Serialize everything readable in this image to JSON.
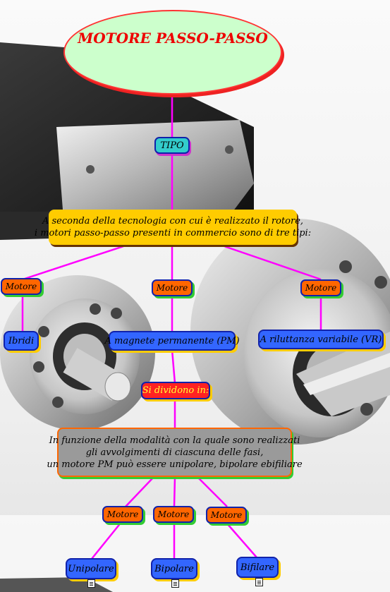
{
  "title": "MOTORE PASSO-PASSO",
  "tipo": "TIPO",
  "description_types": [
    "A seconda della tecnologia con cui è realizzato il rotore,",
    "i motori passo-passo presenti in commercio sono di tre tipi:"
  ],
  "motore_label": "Motore",
  "types": [
    "Ibridi",
    "A magnete permanente (PM)",
    "A  riluttanza variabile (VR)"
  ],
  "divide_label": "Si dividono in:",
  "description_pm": [
    "In funzione della modalità con la quale sono realizzati",
    "gli avvolgimenti di ciascuna delle fasi,",
    "un motore PM può essere unipolare, bipolare ebifiliare"
  ],
  "subtypes": [
    "Unipolare",
    "Bipolare",
    "Bifilare"
  ],
  "colors": {
    "link": "#ff00ff",
    "title_fill": "#ccffcc",
    "motore_fill": "#ff6600",
    "type_fill": "#3366ff",
    "desc_fill": "#ffcc00"
  }
}
